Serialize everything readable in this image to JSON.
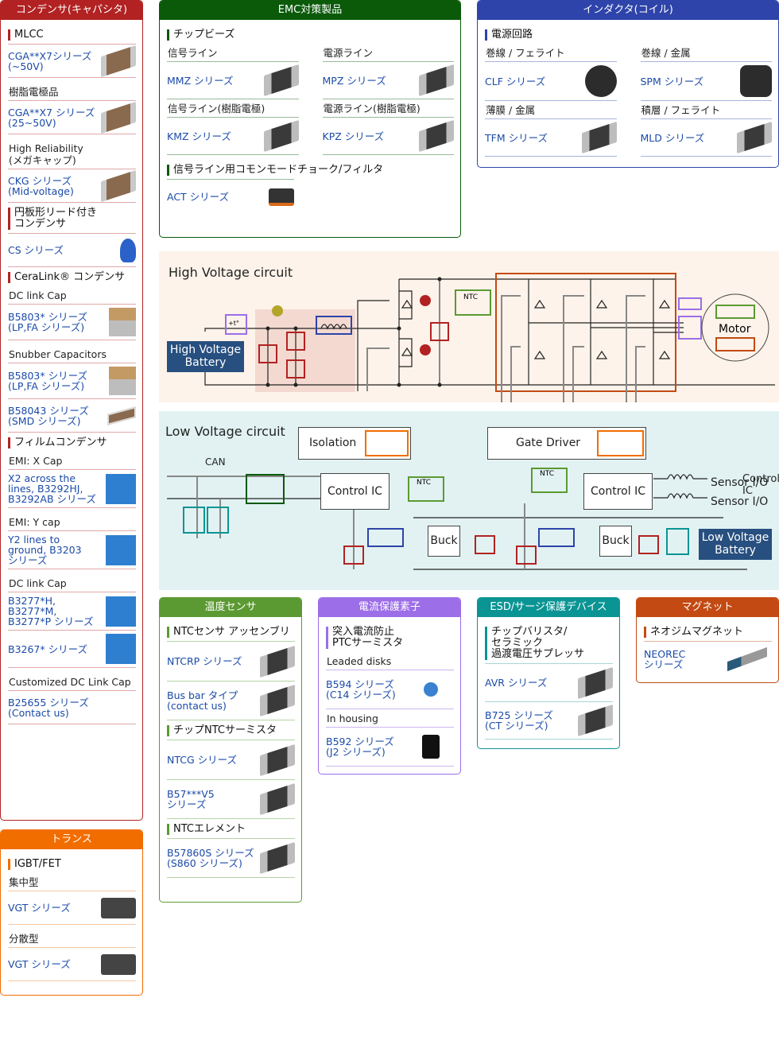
{
  "colors": {
    "capacitor": "#b22222",
    "transformer": "#f26d00",
    "emc": "#0a5a0a",
    "inductor": "#2e44aa",
    "temp_sensor": "#5b9a32",
    "current_protection": "#9c6ee8",
    "esd": "#0b9494",
    "magnet": "#c34a12",
    "hv_bg": "#fdf3ea",
    "lv_bg": "#e2f2f2",
    "battery": "#274f7f"
  },
  "capacitors": {
    "title": "コンデンサ(キャパシタ)",
    "sections": [
      {
        "heading": "MLCC",
        "groups": [
          {
            "sub": "",
            "items": [
              {
                "label": "CGA**X7シリーズ\n(~50V)",
                "img": "mlcc-chip"
              }
            ]
          },
          {
            "sub": "樹脂電極品",
            "items": [
              {
                "label": "CGA**X7 シリーズ\n(25~50V)",
                "img": "mlcc-chip"
              }
            ]
          },
          {
            "sub": "High Reliability\n(メガキャップ)",
            "items": [
              {
                "label": "CKG シリーズ\n(Mid-voltage)",
                "img": "mlcc-stack"
              }
            ]
          }
        ]
      },
      {
        "heading": "円板形リード付き\nコンデンサ",
        "groups": [
          {
            "sub": "",
            "items": [
              {
                "label": "CS シリーズ",
                "img": "disc-capacitor"
              }
            ]
          }
        ]
      },
      {
        "heading": "CeraLink® コンデンサ",
        "groups": [
          {
            "sub": "DC link Cap",
            "items": [
              {
                "label": "B5803* シリーズ\n(LP,FA シリーズ)",
                "img": "ceralink-block"
              }
            ]
          },
          {
            "sub": "Snubber Capacitors",
            "items": [
              {
                "label": "B5803* シリーズ\n(LP,FA シリーズ)",
                "img": "ceralink-block"
              },
              {
                "label": "B58043 シリーズ\n(SMD シリーズ)",
                "img": "smd-block"
              }
            ]
          }
        ]
      },
      {
        "heading": "フィルムコンデンサ",
        "groups": [
          {
            "sub": "EMI: X Cap",
            "items": [
              {
                "label": "X2  across the\nlines, B3292HJ,\nB3292AB シリーズ",
                "img": "film-box"
              }
            ]
          },
          {
            "sub": "EMI: Y cap",
            "items": [
              {
                "label": "Y2 lines to\nground, B3203\nシリーズ",
                "img": "film-box"
              }
            ]
          },
          {
            "sub": "DC link Cap",
            "items": [
              {
                "label": "B3277*H,\nB3277*M,\nB3277*P シリーズ",
                "img": "film-box"
              },
              {
                "label": "B3267* シリーズ",
                "img": "film-box"
              }
            ]
          },
          {
            "sub": "Customized DC Link Cap",
            "items": [
              {
                "label": "B25655 シリーズ\n(Contact us)",
                "img": ""
              }
            ]
          }
        ]
      }
    ]
  },
  "transformers": {
    "title": "トランス",
    "sections": [
      {
        "heading": "IGBT/FET",
        "groups": [
          {
            "sub": "集中型",
            "items": [
              {
                "label": "VGT シリーズ",
                "img": "transformer"
              }
            ]
          },
          {
            "sub": "分散型",
            "items": [
              {
                "label": "VGT シリーズ",
                "img": "transformer"
              }
            ]
          }
        ]
      }
    ]
  },
  "emc": {
    "title": "EMC対策製品",
    "chip_beads": "チップビーズ",
    "cols": [
      [
        {
          "sub": "信号ライン",
          "label": "MMZ シリーズ"
        },
        {
          "sub": "信号ライン(樹脂電極)",
          "label": "KMZ シリーズ"
        }
      ],
      [
        {
          "sub": "電源ライン",
          "label": "MPZ シリーズ"
        },
        {
          "sub": "電源ライン(樹脂電極)",
          "label": "KPZ シリーズ"
        }
      ]
    ],
    "cmc_heading": "信号ライン用コモンモードチョーク/フィルタ",
    "cmc_label": "ACT シリーズ"
  },
  "inductors": {
    "title": "インダクタ(コイル)",
    "heading": "電源回路",
    "cols": [
      [
        {
          "sub": "巻線 / フェライト",
          "label": "CLF シリーズ",
          "img": "round"
        },
        {
          "sub": "薄膜 / 金属",
          "label": "TFM シリーズ",
          "img": "chip"
        }
      ],
      [
        {
          "sub": "巻線 / 金属",
          "label": "SPM シリーズ",
          "img": "square"
        },
        {
          "sub": "積層 / フェライト",
          "label": "MLD シリーズ",
          "img": "chip"
        }
      ]
    ]
  },
  "circuit": {
    "hv_title": "High Voltage circuit",
    "lv_title": "Low Voltage circuit",
    "hv_battery": "High Voltage\nBattery",
    "lv_battery": "Low Voltage\nBattery",
    "motor": "Motor",
    "ntc": "NTC",
    "ptc": "+t°",
    "isolation": "Isolation",
    "gate_driver": "Gate Driver",
    "control_ic": "Control IC",
    "buck": "Buck",
    "can": "CAN",
    "sensor_io": "Sensor I/O"
  },
  "temp_sensor": {
    "title": "温度センサ",
    "sections": [
      {
        "heading": "NTCセンサ アッセンブリ",
        "items": [
          {
            "label": "NTCRP シリーズ"
          },
          {
            "label": "Bus bar タイプ\n(contact us)"
          }
        ]
      },
      {
        "heading": "チップNTCサーミスタ",
        "items": [
          {
            "label": "NTCG シリーズ"
          },
          {
            "label": "B57***V5\nシリーズ"
          }
        ]
      },
      {
        "heading": "NTCエレメント",
        "items": [
          {
            "label": "B57860S シリーズ\n(S860 シリーズ)"
          }
        ]
      }
    ]
  },
  "current_protection": {
    "title": "電流保護素子",
    "heading": "突入電流防止\nPTCサーミスタ",
    "groups": [
      {
        "sub": "Leaded disks",
        "label": "B594 シリーズ\n(C14 シリーズ)"
      },
      {
        "sub": "In housing",
        "label": "B592 シリーズ\n(J2 シリーズ)"
      }
    ]
  },
  "esd": {
    "title": "ESD/サージ保護デバイス",
    "heading": "チップバリスタ/\nセラミック\n過渡電圧サプレッサ",
    "items": [
      {
        "label": "AVR シリーズ"
      },
      {
        "label": "B725 シリーズ\n(CT シリーズ)"
      }
    ]
  },
  "magnet": {
    "title": "マグネット",
    "heading": "ネオジムマグネット",
    "items": [
      {
        "label": "NEOREC\nシリーズ"
      }
    ]
  }
}
